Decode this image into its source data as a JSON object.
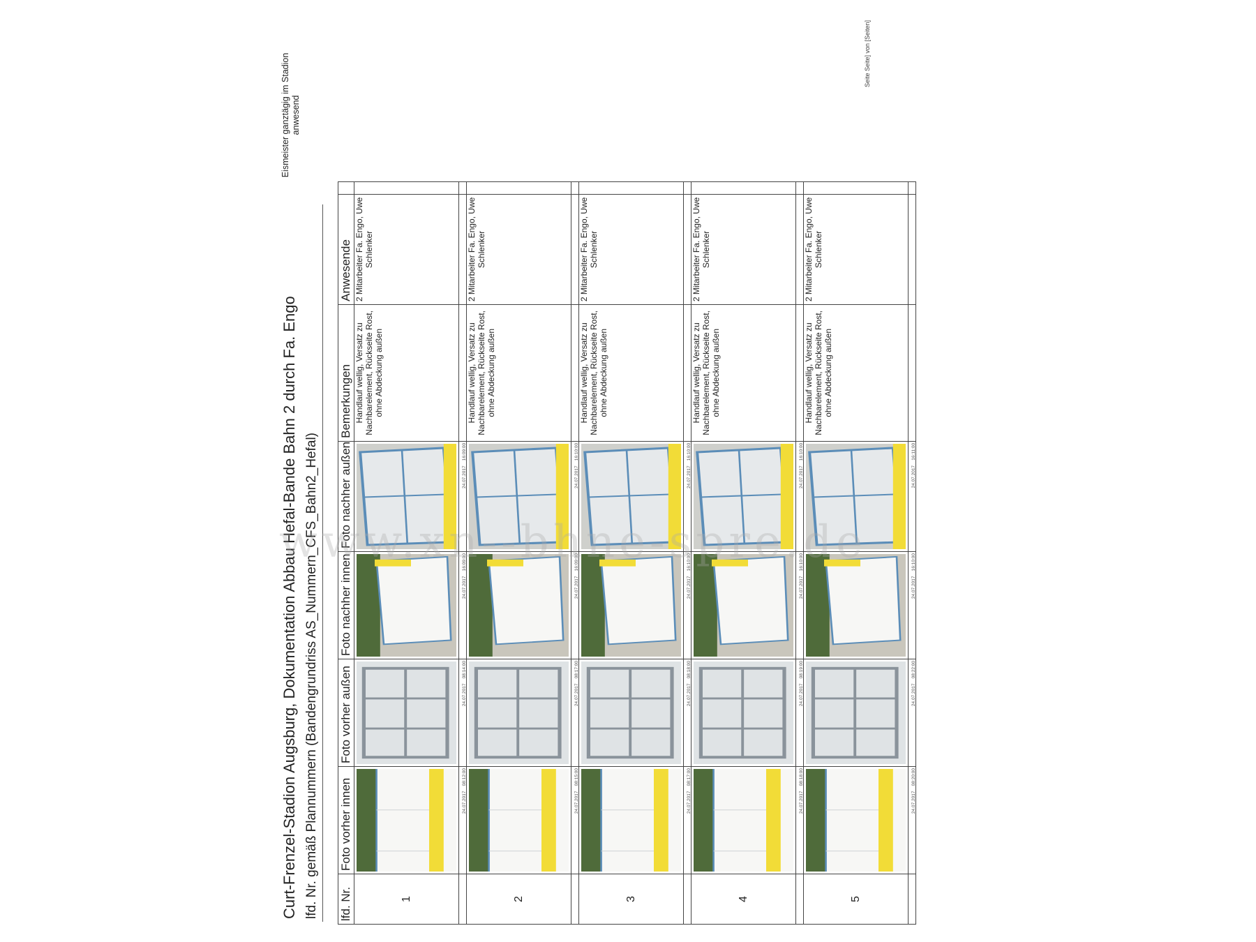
{
  "document": {
    "title": "Curt-Frenzel-Stadion Augsburg, Dokumentation Abbau Hefal-Bande Bahn 2 durch Fa. Engo",
    "subtitle": "lfd. Nr. gemäß Plannummern (Bandengrundriss AS_Nummern_CFS_Bahn2_Hefal)",
    "note": "Eismeister ganztägig im Stadion anwesend",
    "footer": "Seite Seite] von [Seiten]",
    "watermark": "www.xn--bhne-spre.de"
  },
  "columns": {
    "nr": "lfd. Nr.",
    "vi": "Foto vorher innen",
    "va": "Foto vorher außen",
    "ni": "Foto nachher innen",
    "na": "Foto nachher außen",
    "bem": "Bemerkungen",
    "anw": "Anwesende"
  },
  "rows": [
    {
      "nr": "1",
      "ts_vi": "24.07.2017__08:12:00",
      "ts_va": "24.07.2017__08:14:00",
      "ts_ni": "24.07.2017__16:09:00",
      "ts_na": "24.07.2017__16:09:00",
      "bem": "Handlauf wellig, Versatz zu Nachbarelement, Rückseite Rost, ohne Abdeckung außen",
      "anw": "2 Mitarbeiter Fa. Engo, Uwe Schlenker"
    },
    {
      "nr": "2",
      "ts_vi": "24.07.2017__08:15:00",
      "ts_va": "24.07.2017__08:17:00",
      "ts_ni": "24.07.2017__16:09:00",
      "ts_na": "24.07.2017__16:10:00",
      "bem": "Handlauf wellig, Versatz zu Nachbarelement, Rückseite Rost, ohne Abdeckung außen",
      "anw": "2 Mitarbeiter Fa. Engo, Uwe Schlenker"
    },
    {
      "nr": "3",
      "ts_vi": "24.07.2017__08:17:00",
      "ts_va": "24.07.2017__08:18:00",
      "ts_ni": "24.07.2017__16:10:00",
      "ts_na": "24.07.2017__16:10:00",
      "bem": "Handlauf wellig, Versatz zu Nachbarelement, Rückseite Rost, ohne Abdeckung außen",
      "anw": "2 Mitarbeiter Fa. Engo, Uwe Schlenker"
    },
    {
      "nr": "4",
      "ts_vi": "24.07.2017__08:18:00",
      "ts_va": "24.07.2017__08:19:00",
      "ts_ni": "24.07.2017__16:10:00",
      "ts_na": "24.07.2017__16:10:00",
      "bem": "Handlauf wellig, Versatz zu Nachbarelement, Rückseite Rost, ohne Abdeckung außen",
      "anw": "2 Mitarbeiter Fa. Engo, Uwe Schlenker"
    },
    {
      "nr": "5",
      "ts_vi": "24.07.2017__08:20:00",
      "ts_va": "24.07.2017__08:22:00",
      "ts_ni": "24.07.2017__16:10:00",
      "ts_na": "24.07.2017__16:11:00",
      "bem": "Handlauf wellig, Versatz zu Nachbarelement, Rückseite Rost, ohne Abdeckung außen",
      "anw": "2 Mitarbeiter Fa. Engo, Uwe Schlenker"
    }
  ],
  "colors": {
    "board_yellow": "#f2dc37",
    "frame_blue": "#5b8db8",
    "steel_grey": "#8a939b",
    "grass_green": "#4f6b3a",
    "board_white": "#f7f7f5"
  }
}
